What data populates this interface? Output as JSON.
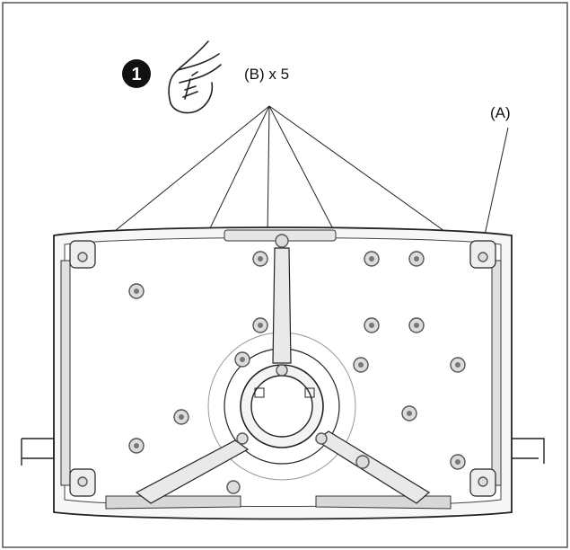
{
  "step": {
    "number": "1"
  },
  "labels": {
    "screw_count": "(B) x 5",
    "part_a": "(A)"
  },
  "icons": {
    "step_badge": "step-number-badge",
    "hand": "hand-screwdriver-icon"
  },
  "colors": {
    "line": "#1a1a1a",
    "frame": "#555555",
    "fill_light": "#f2f2f2",
    "screw": "#999999"
  }
}
